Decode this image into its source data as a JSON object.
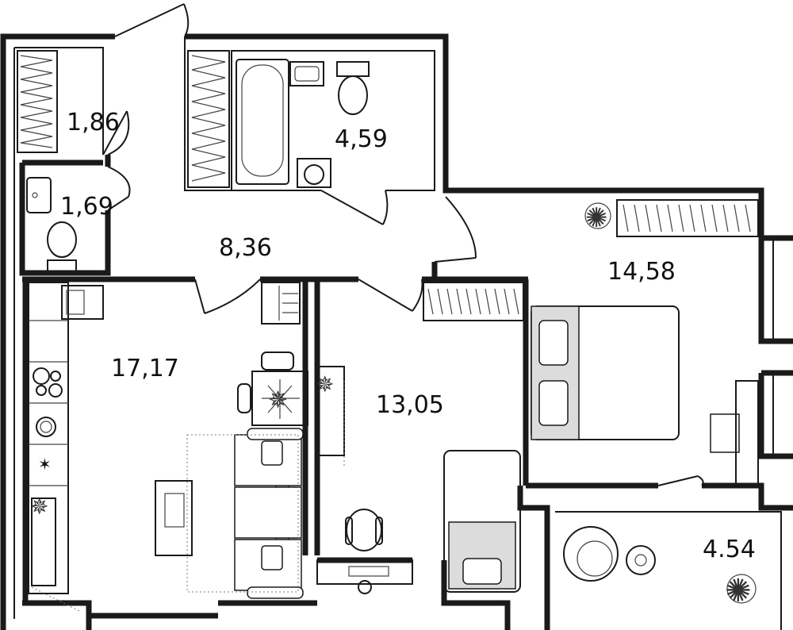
{
  "rooms": [
    {
      "id": "storage",
      "area": "1,86"
    },
    {
      "id": "bathroom",
      "area": "4,59"
    },
    {
      "id": "wc",
      "area": "1,69"
    },
    {
      "id": "hallway",
      "area": "8,36"
    },
    {
      "id": "bedroom",
      "area": "14,58"
    },
    {
      "id": "kitchen-living",
      "area": "17,17"
    },
    {
      "id": "bedroom-2",
      "area": "13,05"
    },
    {
      "id": "balcony",
      "area": "4.54"
    }
  ]
}
